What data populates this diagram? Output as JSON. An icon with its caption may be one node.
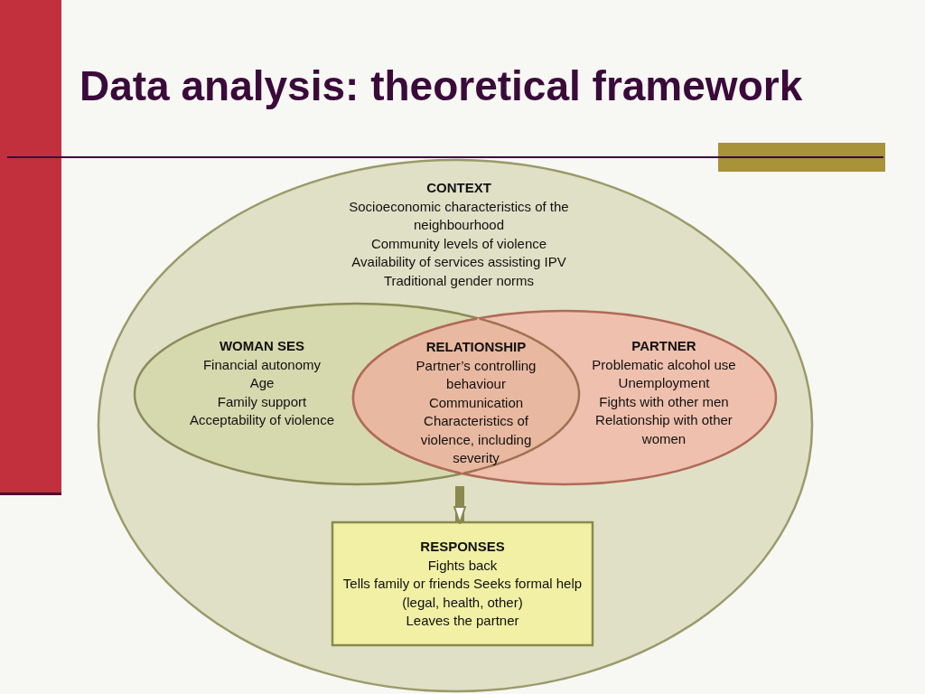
{
  "diagram": {
    "title": "Data analysis: theoretical framework",
    "nodes": [
      {
        "text": [
          "CONTEXT",
          "Socioeconomic characteristics of the neighbourhood",
          "Community levels of violence",
          "Availability of services assisting IPV",
          "Traditional gender norms"
        ]
      },
      {
        "text": [
          "WOMAN SES",
          "Financial autonomy",
          "Age",
          "Family support",
          "Acceptability of violence"
        ],
        "in": 0
      },
      {
        "text": [
          "PARTNER",
          "Problematic alcohol use",
          "Unemployment",
          "Fights with other men",
          "Relationship with other women"
        ],
        "in": 0
      },
      {
        "text": [
          "RELATIONSHIP",
          "Partner’s controlling behaviour",
          "Communication",
          "Characteristics of violence, including severity"
        ]
      },
      {
        "text": [
          "RESPONSES",
          "Fights back",
          "Tells family or friends Seeks formal help (legal, health, other)",
          "Leaves the partner"
        ],
        "in": 0
      }
    ],
    "edges": [
      {
        "from": 3,
        "to": 4,
        "arrow": "to"
      }
    ]
  }
}
